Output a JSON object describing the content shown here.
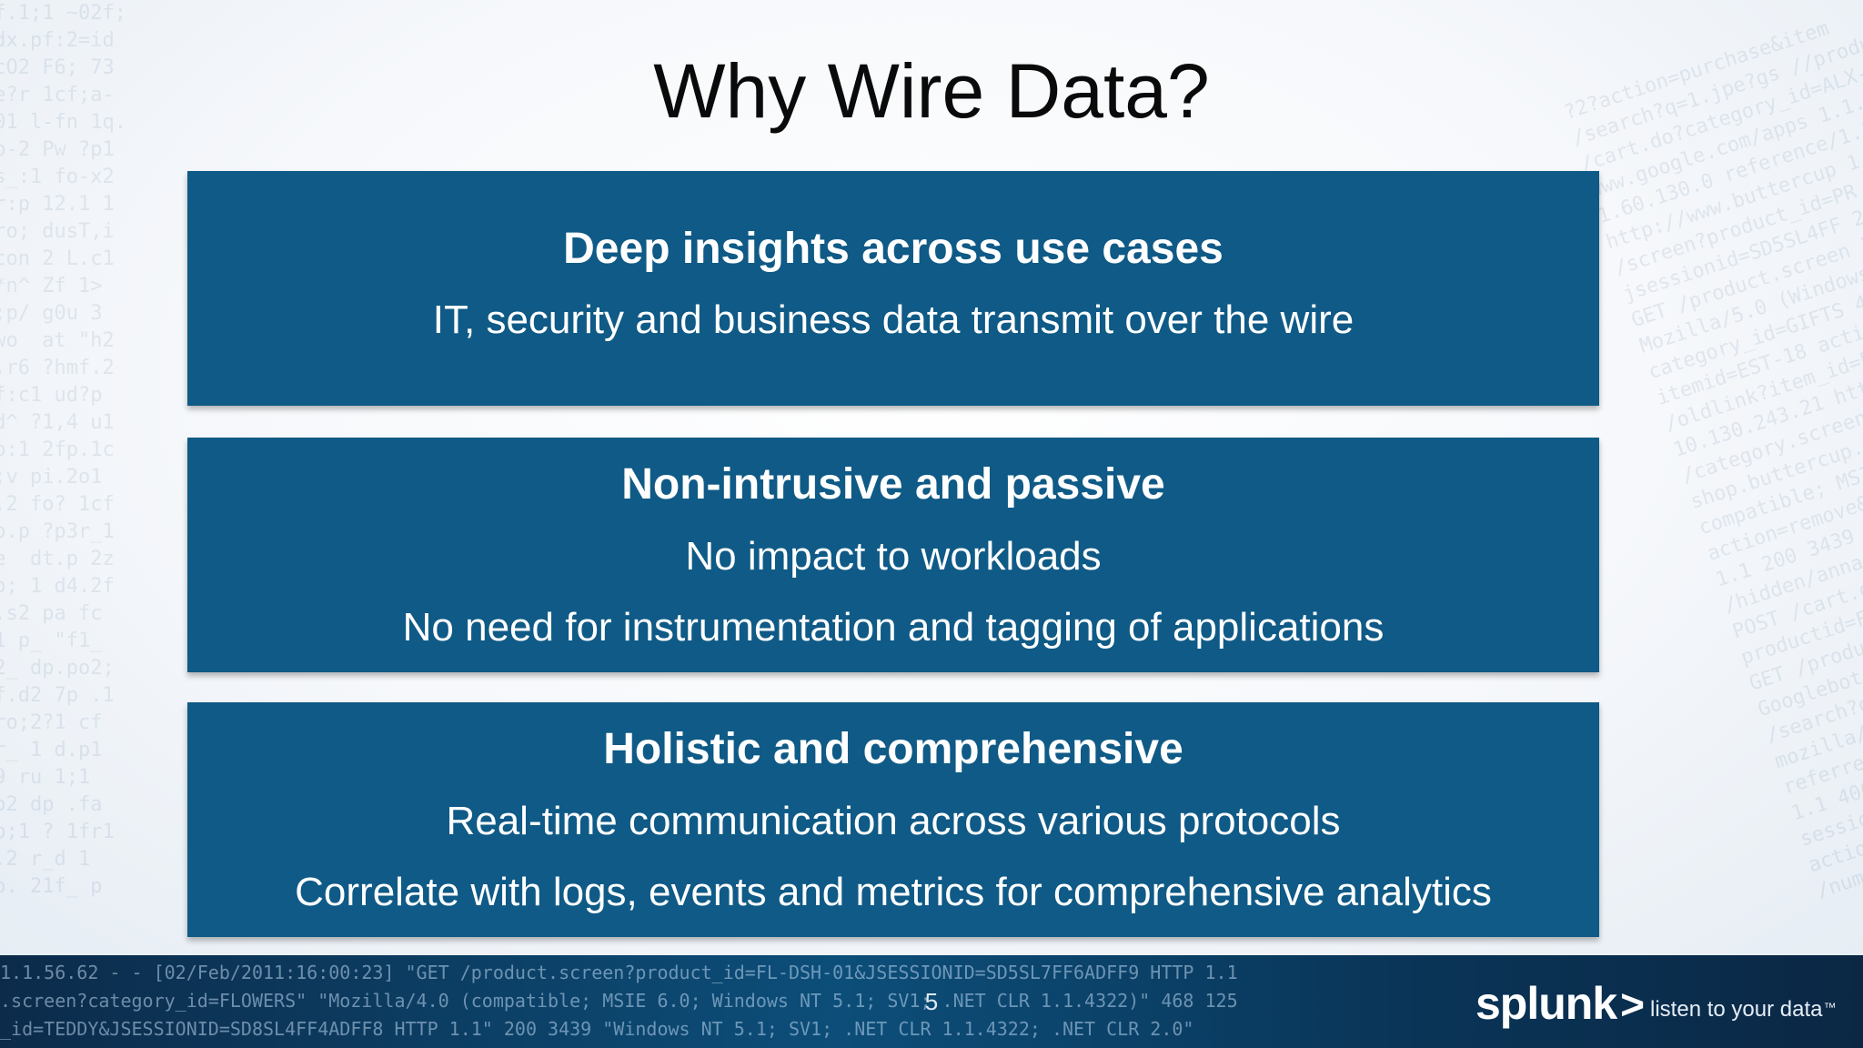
{
  "slide": {
    "title": "Why Wire Data?",
    "page_number": "5"
  },
  "cards": [
    {
      "heading": "Deep insights across use cases",
      "lines": [
        "IT, security and business data transmit over the wire"
      ]
    },
    {
      "heading": "Non-intrusive and passive",
      "lines": [
        "No impact to workloads",
        "No need for instrumentation and tagging of applications"
      ]
    },
    {
      "heading": "Holistic and comprehensive",
      "lines": [
        "Real-time communication across various protocols",
        "Correlate with logs, events and metrics for comprehensive analytics"
      ]
    }
  ],
  "footer": {
    "logo_word": "splunk",
    "logo_chevron": ">",
    "logo_tagline": "listen to your data",
    "trademark": "™"
  },
  "colors": {
    "card_background": "#0f5a86",
    "footer_background": "#0c4e79",
    "title_text": "#0a0a0a"
  }
}
